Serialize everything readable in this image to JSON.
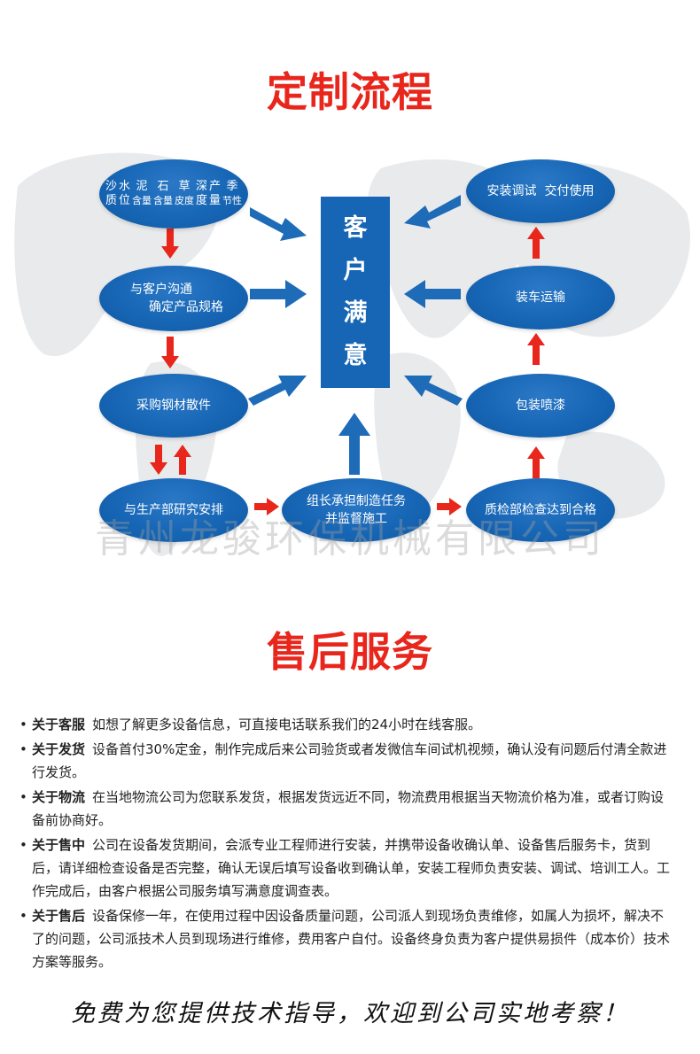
{
  "flow_title": "定制流程",
  "service_title": "售后服务",
  "watermark": "青州龙骏环保机械有限公司",
  "center_chars": [
    "客",
    "户",
    "满",
    "意"
  ],
  "nodes": {
    "factors": {
      "cols": [
        "沙",
        "水",
        "泥",
        "石",
        "草",
        "深",
        "产",
        "季"
      ],
      "second": [
        "质",
        "位",
        "含量",
        "含量",
        "皮度",
        "度",
        "量",
        "节性"
      ]
    },
    "communicate": {
      "line1": "与客户沟通",
      "line2": "确定产品规格"
    },
    "purchase": "采购钢材散件",
    "research": "与生产部研究安排",
    "assign": {
      "line1": "组长承担制造任务",
      "line2": "并监督施工"
    },
    "inspect": "质检部检查达到合格",
    "paint": "包装喷漆",
    "transport": "装车运输",
    "install": "安装调试  交付使用"
  },
  "services": [
    {
      "label": "关于客服",
      "text": "如想了解更多设备信息，可直接电话联系我们的24小时在线客服。"
    },
    {
      "label": "关于发货",
      "text": "设备首付30%定金，制作完成后来公司验货或者发微信车间试机视频，确认没有问题后付清全款进行发货。"
    },
    {
      "label": "关于物流",
      "text": "在当地物流公司为您联系发货，根据发货远近不同，物流费用根据当天物流价格为准，或者订购设备前协商好。"
    },
    {
      "label": "关于售中",
      "text": "公司在设备发货期间，会派专业工程师进行安装，并携带设备收确认单、设备售后服务卡，货到后，请详细检查设备是否完整，确认无误后填写设备收到确认单，安装工程师负责安装、调试、培训工人。工作完成后，由客户根据公司服务填写满意度调查表。"
    },
    {
      "label": "关于售后",
      "text": "设备保修一年，在使用过程中因设备质量问题，公司派人到现场负责维修，如属人为损坏，解决不了的问题，公司派技术人员到现场进行维修，费用客户自付。设备终身负责为客户提供易损件（成本价）技术方案等服务。"
    }
  ],
  "footer": "免费为您提供技术指导，欢迎到公司实地考察！",
  "colors": {
    "title": "#e8261c",
    "node": "#1766b5",
    "arrow_red": "#e8261c",
    "arrow_blue": "#1e6bb8"
  }
}
